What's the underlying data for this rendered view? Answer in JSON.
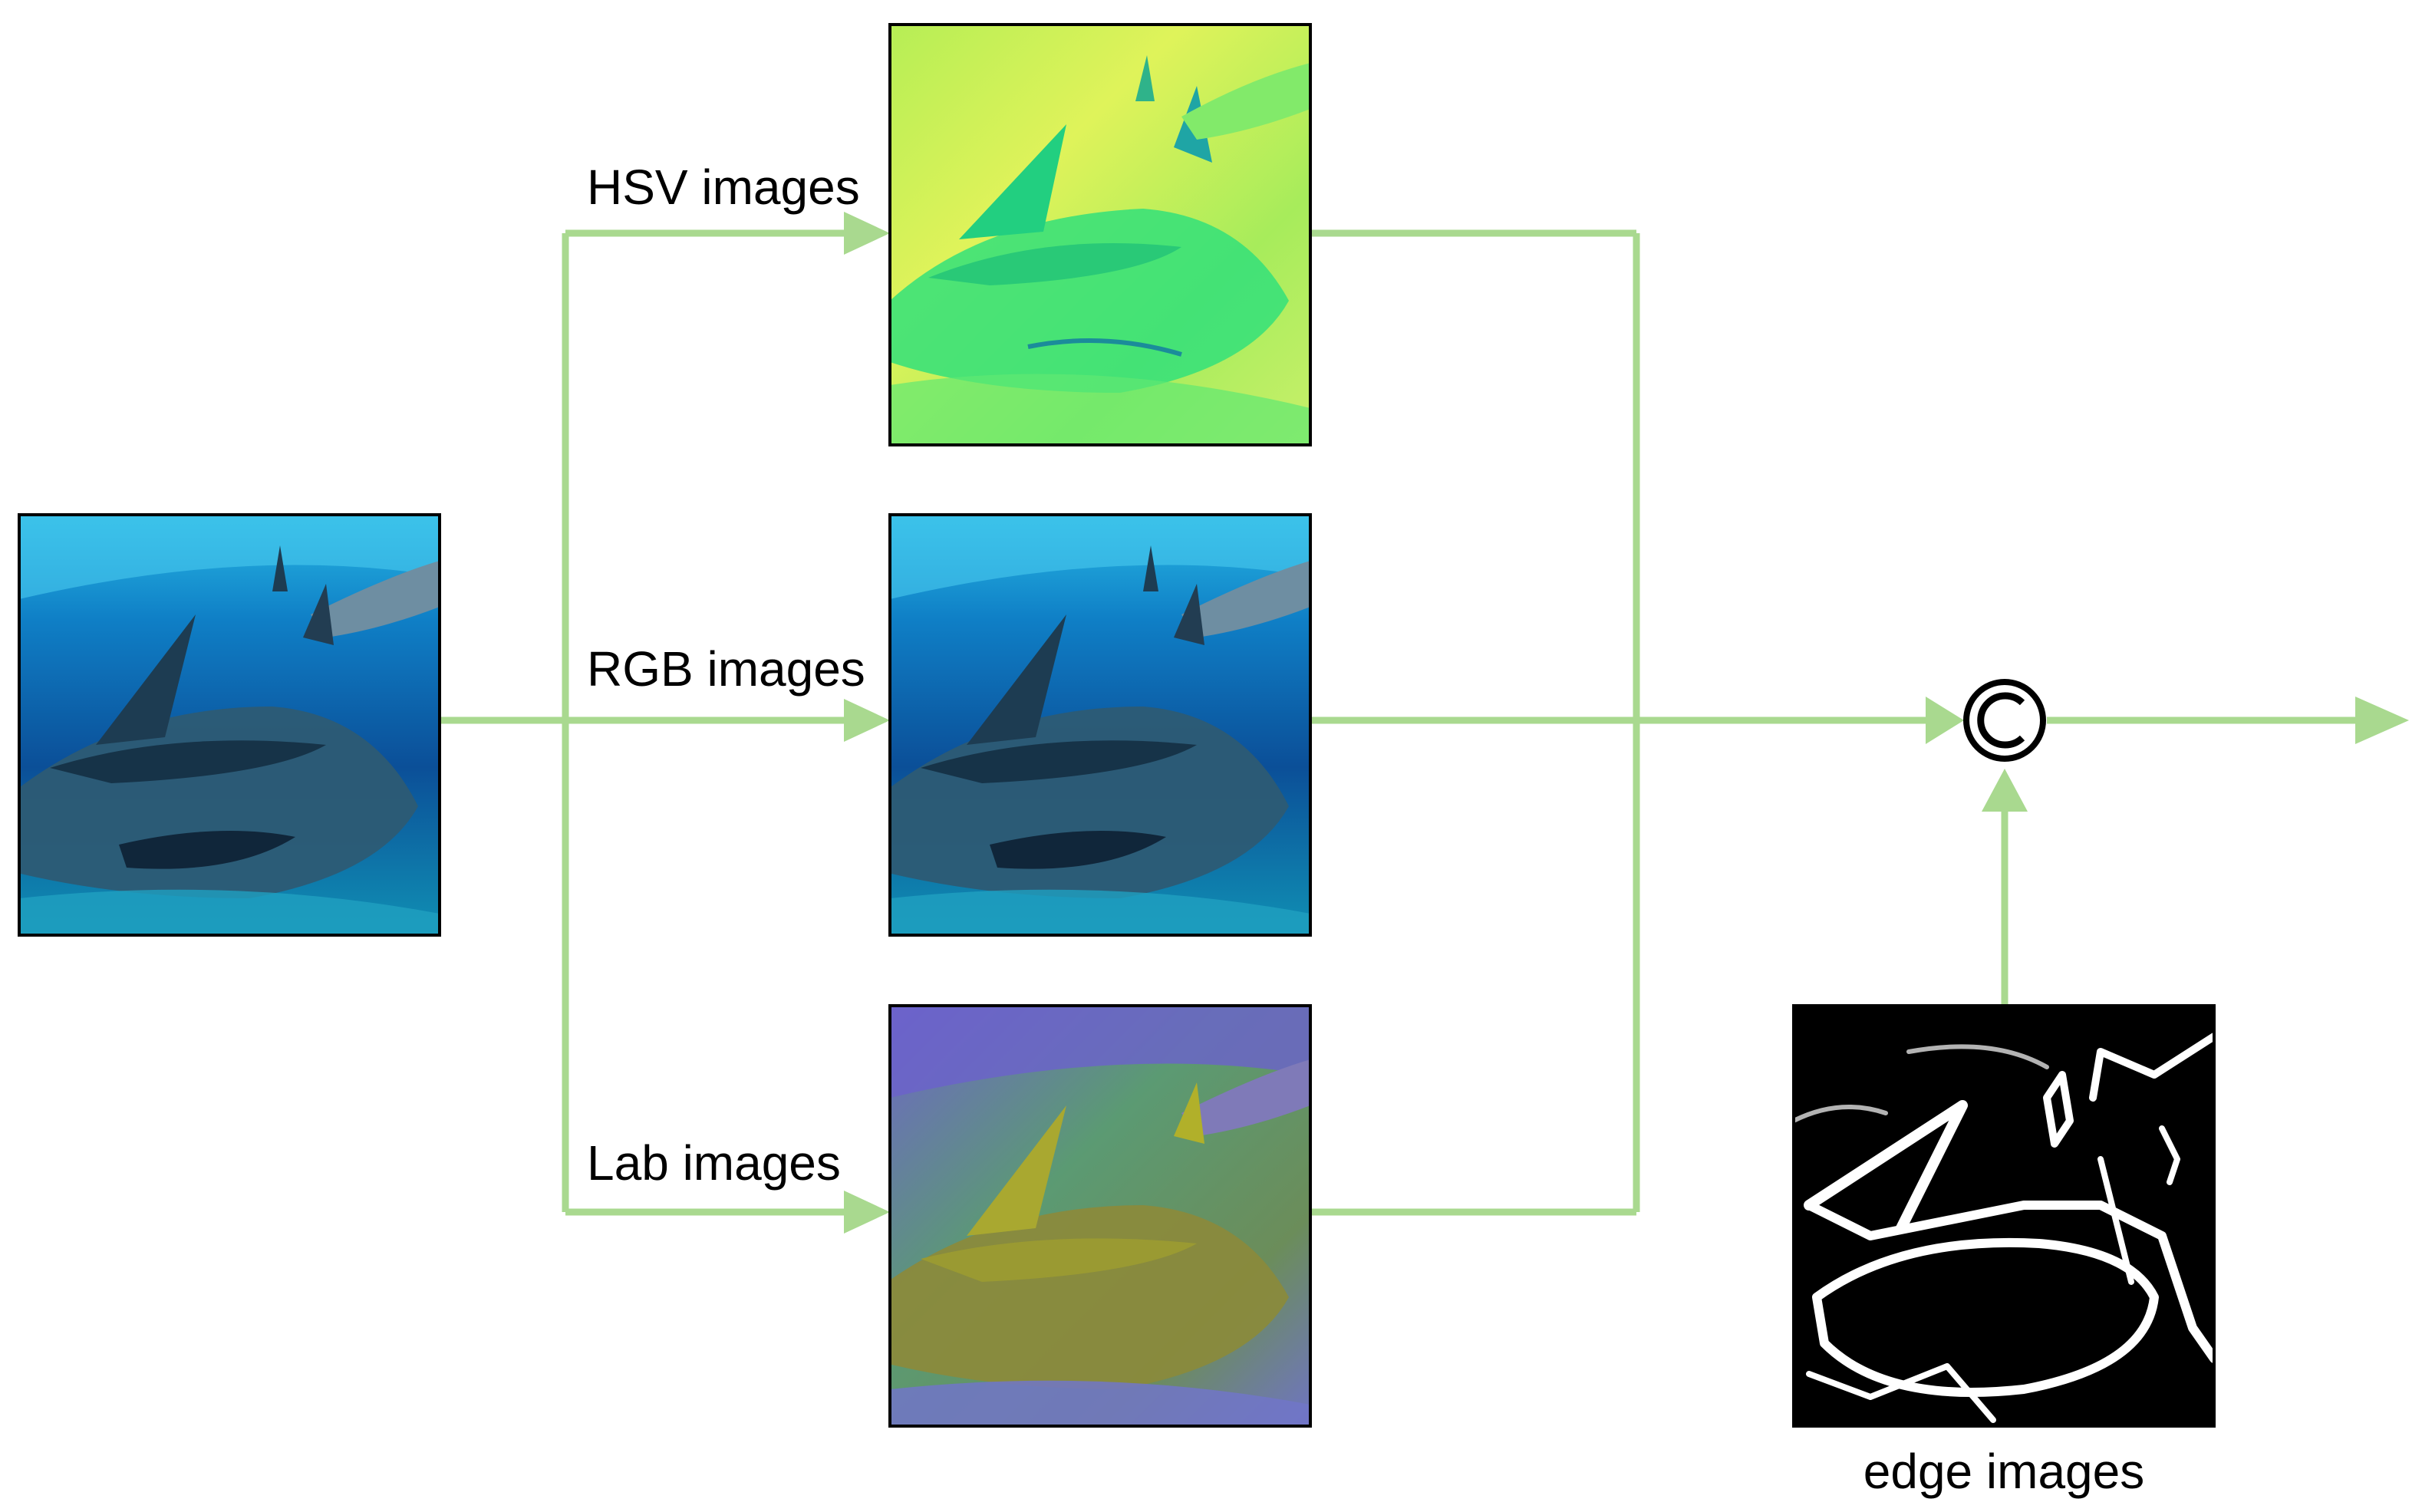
{
  "labels": {
    "hsv": "HSV images",
    "rgb": "RGB images",
    "lab": "Lab images",
    "edge": "edge images"
  },
  "concat_symbol": "©",
  "colors": {
    "arrow": "#a9d98f",
    "frame": "#000000"
  },
  "icons": {
    "concat": "circled-c-concatenation-icon"
  }
}
